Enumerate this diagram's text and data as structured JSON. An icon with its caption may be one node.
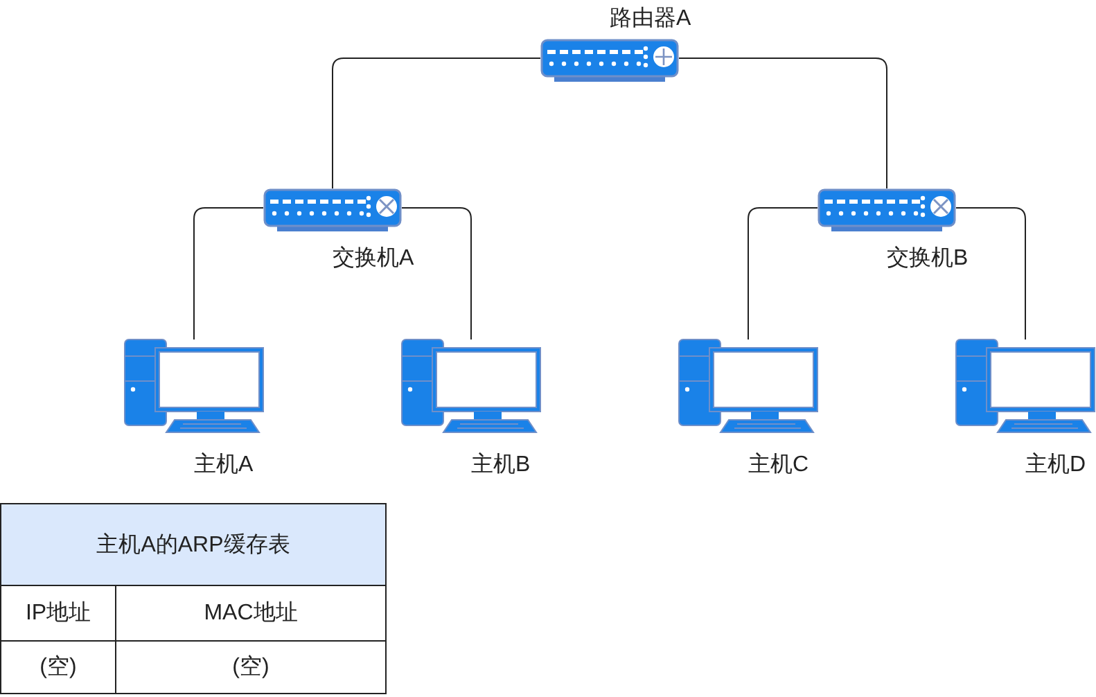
{
  "diagram": {
    "nodes": [
      {
        "text": [
          "路由器A"
        ]
      },
      {
        "text": [
          "交换机A"
        ]
      },
      {
        "text": [
          "交换机B"
        ]
      },
      {
        "text": [
          "主机A"
        ]
      },
      {
        "text": [
          "主机B"
        ]
      },
      {
        "text": [
          "主机C"
        ]
      },
      {
        "text": [
          "主机D"
        ]
      }
    ],
    "edges": [
      {
        "from": 0,
        "to": 1,
        "arrow": "none"
      },
      {
        "from": 0,
        "to": 2,
        "arrow": "none"
      },
      {
        "from": 1,
        "to": 3,
        "arrow": "none"
      },
      {
        "from": 1,
        "to": 4,
        "arrow": "none"
      },
      {
        "from": 2,
        "to": 5,
        "arrow": "none"
      },
      {
        "from": 2,
        "to": 6,
        "arrow": "none"
      }
    ],
    "labels": [
      "主机A的ARP缓存表",
      "IP地址",
      "MAC地址",
      "(空)",
      "(空)"
    ]
  }
}
